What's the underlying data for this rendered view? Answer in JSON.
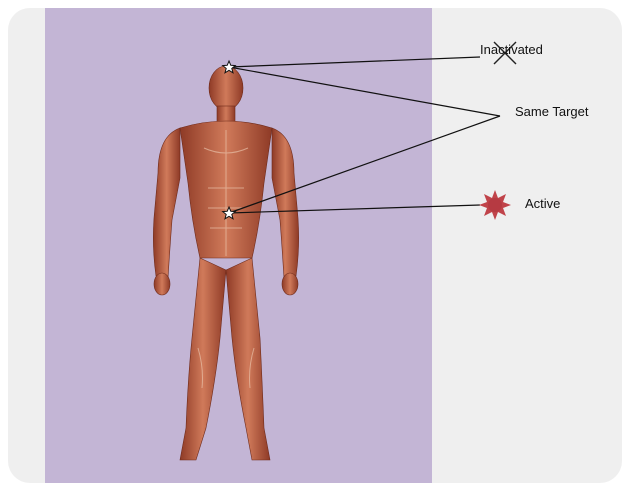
{
  "labels": {
    "inactivated": "Inactivated",
    "same_target": "Same Target",
    "active": "Active"
  },
  "icons": {
    "inactivated_marker": "x-cross-icon",
    "active_marker": "starburst-icon",
    "target_points": "star-outline-icon"
  },
  "colors": {
    "figure_panel": "#c3b5d5",
    "background": "#efefef",
    "active_burst": "#c0434a",
    "muscle": "#b5553a",
    "lines": "#111111"
  }
}
